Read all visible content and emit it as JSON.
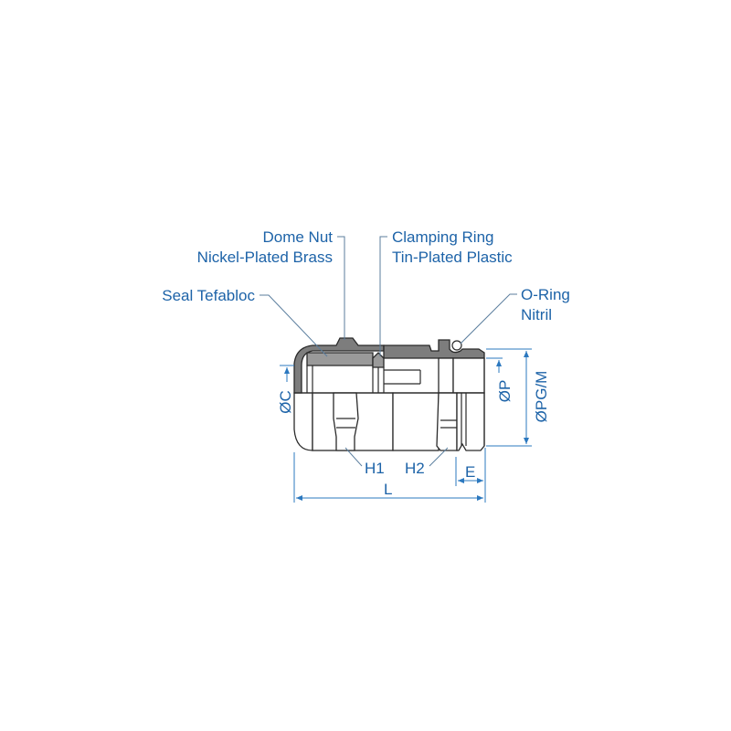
{
  "diagram": {
    "title": "Cable gland cross-section",
    "colors": {
      "label": "#1d63a8",
      "dimension_line": "#2b78bf",
      "leader": "#5b7e9e",
      "outline": "#2a2a2a",
      "dark_fill": "#7d7d7d",
      "mid_fill": "#9a9a9a",
      "background": "#ffffff"
    },
    "callouts": {
      "dome_nut": {
        "line1": "Dome Nut",
        "line2": "Nickel-Plated Brass"
      },
      "clamping_ring": {
        "line1": "Clamping Ring",
        "line2": "Tin-Plated Plastic"
      },
      "seal": {
        "line1": "Seal Tefabloc"
      },
      "o_ring": {
        "line1": "O-Ring",
        "line2": "Nitril"
      }
    },
    "dimensions": {
      "c": "ØC",
      "p": "ØP",
      "pg_m": "ØPG/M",
      "h1": "H1",
      "h2": "H2",
      "e": "E",
      "l": "L"
    }
  }
}
